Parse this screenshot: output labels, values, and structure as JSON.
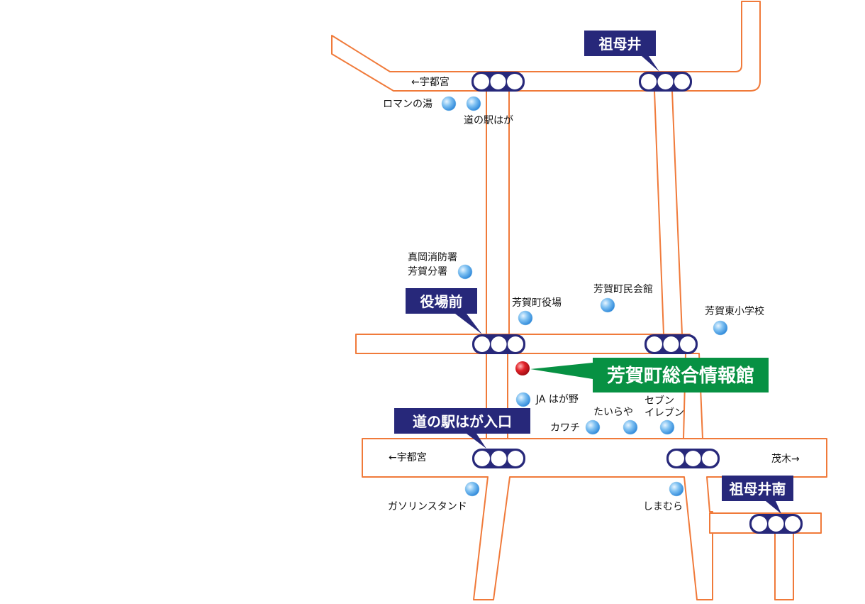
{
  "intersections": [
    {
      "name": "祖母井"
    },
    {
      "name": "役場前"
    },
    {
      "name": "道の駅はが入口"
    },
    {
      "name": "祖母井南"
    }
  ],
  "destination": {
    "name": "芳賀町総合情報館"
  },
  "directions": {
    "utsunomiya_top": "←宇都宮",
    "utsunomiya_bottom": "←宇都宮",
    "motegi": "茂木→"
  },
  "landmarks": {
    "roman_no_yu": "ロマンの湯",
    "michi_no_eki": "道の駅はが",
    "fire_line1": "真岡消防署",
    "fire_line2": "芳賀分署",
    "town_hall": "芳賀町役場",
    "community_hall": "芳賀町民会館",
    "east_school": "芳賀東小学校",
    "ja": "JA はが野",
    "kawachi": "カワチ",
    "tairaya": "たいらや",
    "seven_line1": "セブン",
    "seven_line2": "イレブン",
    "gas_station": "ガソリンスタンド",
    "shimamura": "しまむら"
  },
  "colors": {
    "road_outline": "#f07a3a",
    "signal_tag": "#27287a",
    "destination_tag": "#079143",
    "destination_marker": "#d8141c",
    "landmark_marker": "#4aa3e6"
  }
}
